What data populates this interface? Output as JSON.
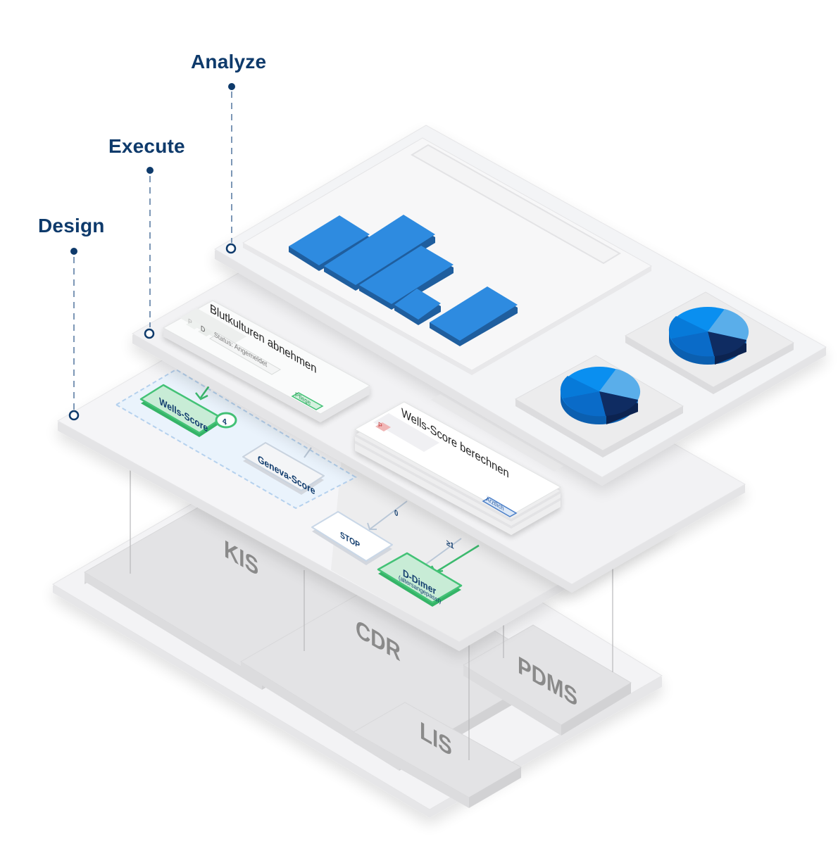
{
  "stages": [
    {
      "id": "analyze",
      "label": "Analyze"
    },
    {
      "id": "execute",
      "label": "Execute"
    },
    {
      "id": "design",
      "label": "Design"
    }
  ],
  "base_layer": {
    "systems": [
      {
        "id": "kis",
        "label": "KIS"
      },
      {
        "id": "cdr",
        "label": "CDR"
      },
      {
        "id": "pdms",
        "label": "PDMS"
      },
      {
        "id": "lis",
        "label": "LIS"
      }
    ]
  },
  "design_layer": {
    "group": {
      "nodes": [
        {
          "id": "wells",
          "label": "Wells-Score",
          "badge": "4",
          "state": "active"
        },
        {
          "id": "geneva",
          "label": "Geneva-Score",
          "state": "inactive"
        }
      ]
    },
    "nodes": [
      {
        "id": "stop",
        "label": "STOP",
        "state": "inactive"
      },
      {
        "id": "ddimer",
        "label": "D-Dimer",
        "sublabel": "(altersangepasst)",
        "state": "active"
      }
    ],
    "edges": [
      {
        "from": "wells",
        "to": "stop",
        "label": "0"
      },
      {
        "from": "wells",
        "to": "ddimer",
        "label": "≥1"
      }
    ]
  },
  "execute_layer": {
    "tasks": [
      {
        "id": "blutkulturen",
        "title": "Blutkulturen abnehmen",
        "icons": [
          "P",
          "D"
        ],
        "status": "Status: Angemeldet",
        "tag": "Pflege",
        "tag_color": "#3cba6e"
      },
      {
        "id": "wells-score",
        "title": "Wells-Score berechnen",
        "icons": [
          "P"
        ],
        "tag": "Ärztlich",
        "tag_color": "#4a7fc9",
        "icon_color": "#e07a7a"
      }
    ]
  },
  "analyze_layer": {
    "bar_blocks": 6,
    "pie_charts": 2
  },
  "colors": {
    "label": "#0e3a6b",
    "bar": "#2e8be0",
    "bar_side": "#1f5e9e",
    "active_node": "#c4ecd3",
    "active_border": "#3cba6e",
    "pie": [
      "#0a8ff0",
      "#5aaeea",
      "#0f2c62",
      "#0a6bc8",
      "#077ad9"
    ]
  }
}
